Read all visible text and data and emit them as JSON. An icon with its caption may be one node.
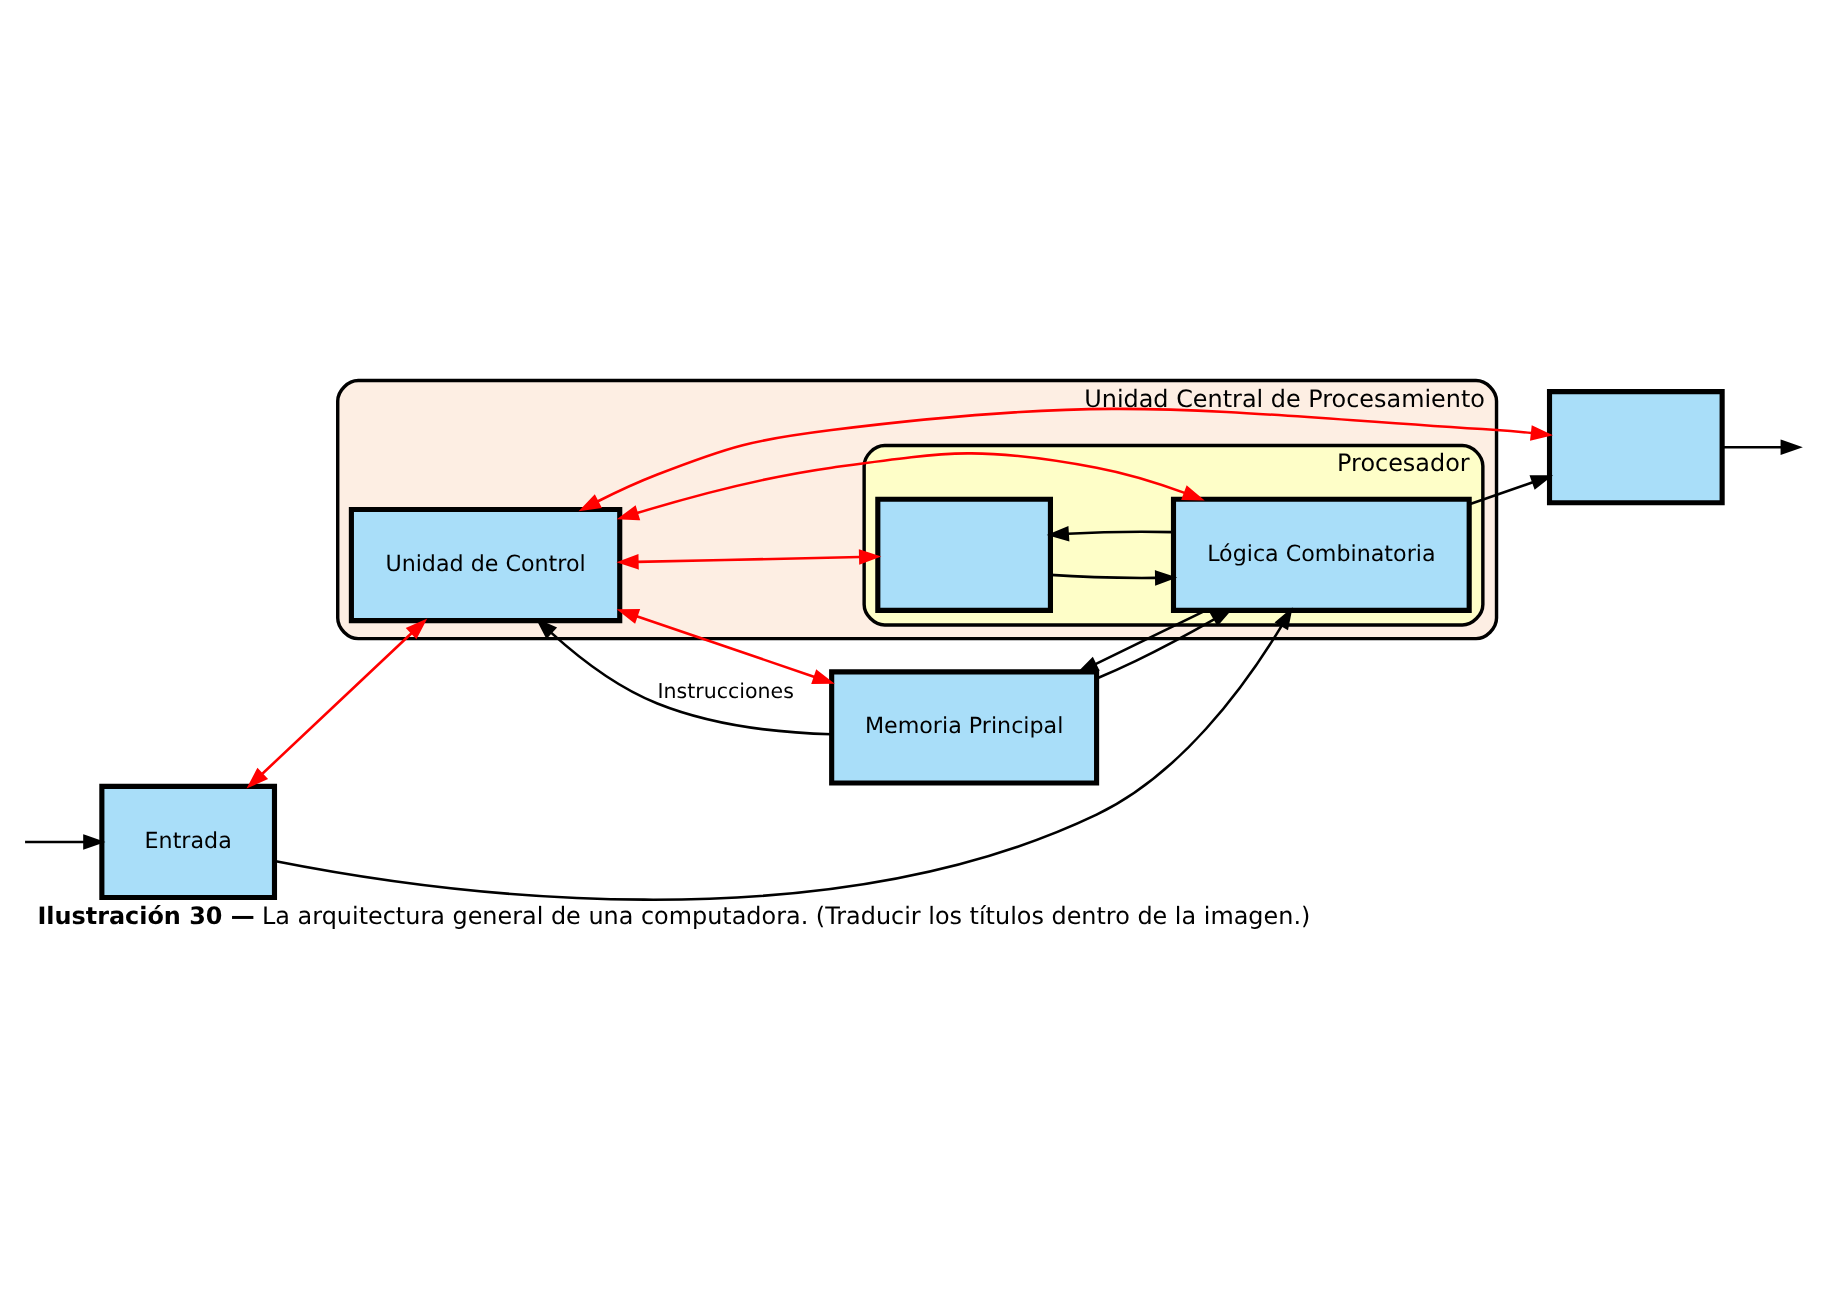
{
  "diagram": {
    "caption": "**Ilustración 30 —** La arquitectura general de una computadora. (Traducir los títulos dentro de la imagen.)",
    "nodes": [
      {
        "text": [
          "Unidad Central de Procesamiento"
        ]
      },
      {
        "text": [
          "Unidad de Control"
        ],
        "in": 0
      },
      {
        "text": [
          "Procesador"
        ],
        "in": 0
      },
      {
        "text": [],
        "shape": "box",
        "in": 2
      },
      {
        "text": [
          "Lógica Combinatoria"
        ],
        "in": 2
      },
      {
        "text": [
          "Entrada"
        ]
      },
      {
        "text": [
          "Memoria Principal"
        ]
      },
      {
        "text": [],
        "shape": "box"
      }
    ],
    "edges": [
      {
        "from": 5,
        "to": 1,
        "arrow": "both",
        "color": "#ff0000"
      },
      {
        "from": 1,
        "to": 3,
        "arrow": "both",
        "color": "#ff0000"
      },
      {
        "from": 1,
        "to": 4,
        "arrow": "both",
        "color": "#ff0000"
      },
      {
        "from": 1,
        "to": 6,
        "arrow": "both",
        "color": "#ff0000"
      },
      {
        "from": 1,
        "to": 7,
        "arrow": "both",
        "color": "#ff0000"
      },
      {
        "from": null,
        "to": 5,
        "arrow": "to"
      },
      {
        "from": 5,
        "to": 4,
        "arrow": "to"
      },
      {
        "from": 3,
        "to": 4,
        "arrow": "to"
      },
      {
        "from": 4,
        "to": 3,
        "arrow": "to"
      },
      {
        "from": 4,
        "to": 7,
        "arrow": "to"
      },
      {
        "from": 4,
        "to": 6,
        "arrow": "to"
      },
      {
        "from": 6,
        "to": 4,
        "arrow": "to"
      },
      {
        "from": 6,
        "to": 1,
        "arrow": "to",
        "label": "Instrucciones"
      },
      {
        "from": 7,
        "to": null,
        "arrow": "to"
      }
    ]
  }
}
